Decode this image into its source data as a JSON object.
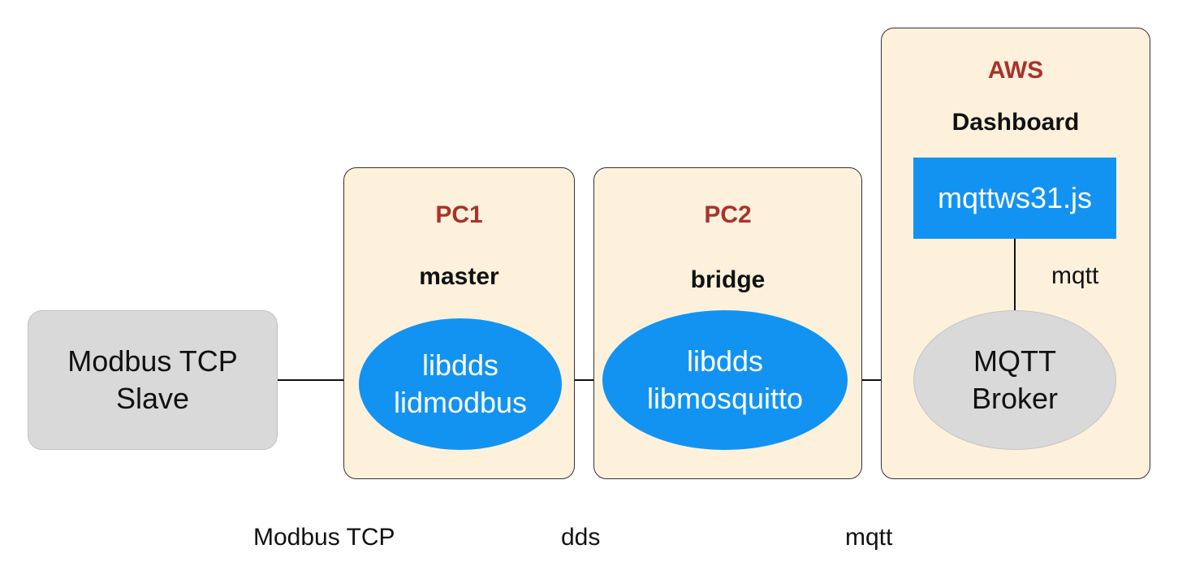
{
  "slave": {
    "line1": "Modbus TCP",
    "line2": "Slave"
  },
  "pc1": {
    "title": "PC1",
    "role": "master",
    "lib1": "libdds",
    "lib2": "lidmodbus"
  },
  "pc2": {
    "title": "PC2",
    "role": "bridge",
    "lib1": "libdds",
    "lib2": "libmosquitto"
  },
  "aws": {
    "title": "AWS",
    "role": "Dashboard",
    "client": "mqttws31.js",
    "link_label": "mqtt",
    "broker_line1": "MQTT",
    "broker_line2": "Broker"
  },
  "protocols": {
    "modbus": "Modbus TCP",
    "dds": "dds",
    "mqtt": "mqtt"
  },
  "colors": {
    "panel": "#fdf1dc",
    "node_title": "#a8332b",
    "lib_fill": "#1293f2",
    "slave_fill": "#d9d9d9"
  }
}
